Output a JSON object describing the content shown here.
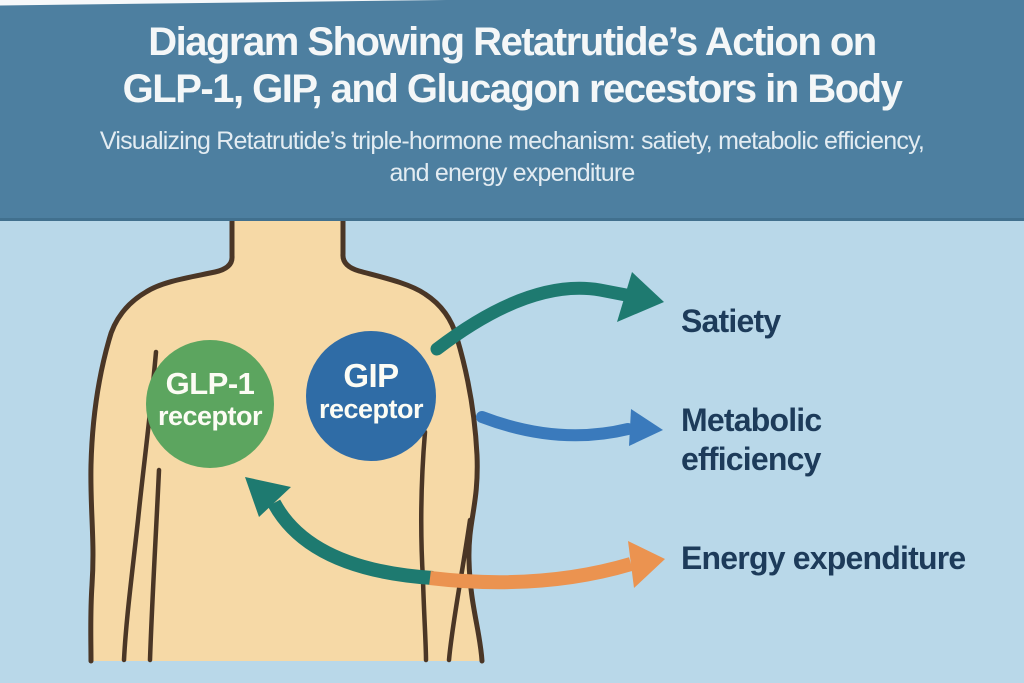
{
  "header": {
    "title_line1": "Diagram Showing Retatrutide’s Action on",
    "title_line2": "GLP-1, GIP, and Glucagon recestors in Body",
    "subtitle_line1": "Visualizing Retatrutide’s triple-hormone mechanism: satiety, metabolic efficiency,",
    "subtitle_line2": "and energy expenditure",
    "background": "#4d7fa0",
    "text_color": "#f4f7f8"
  },
  "diagram": {
    "background": "#b9d8e9",
    "body": {
      "skin": "#f6d9a6",
      "outline": "#4a3626"
    },
    "receptors": [
      {
        "name_line1": "GLP-1",
        "name_line2": "receptor",
        "color": "#5ca55f",
        "text_color": "#fcfcf4"
      },
      {
        "name_line1": "GIP",
        "name_line2": "receptor",
        "color": "#2f6ca6",
        "text_color": "#f5f8fa"
      }
    ],
    "outcomes": [
      {
        "label": "Satiety",
        "arrow_color": "#1e7a70"
      },
      {
        "label_line1": "Metabolic",
        "label_line2": "efficiency",
        "arrow_color": "#3a7abc"
      },
      {
        "label": "Energy expenditure",
        "arrow_color": "#eb9350"
      }
    ],
    "return_arrow_color": "#1e7a70",
    "label_color": "#1d3b5a"
  }
}
